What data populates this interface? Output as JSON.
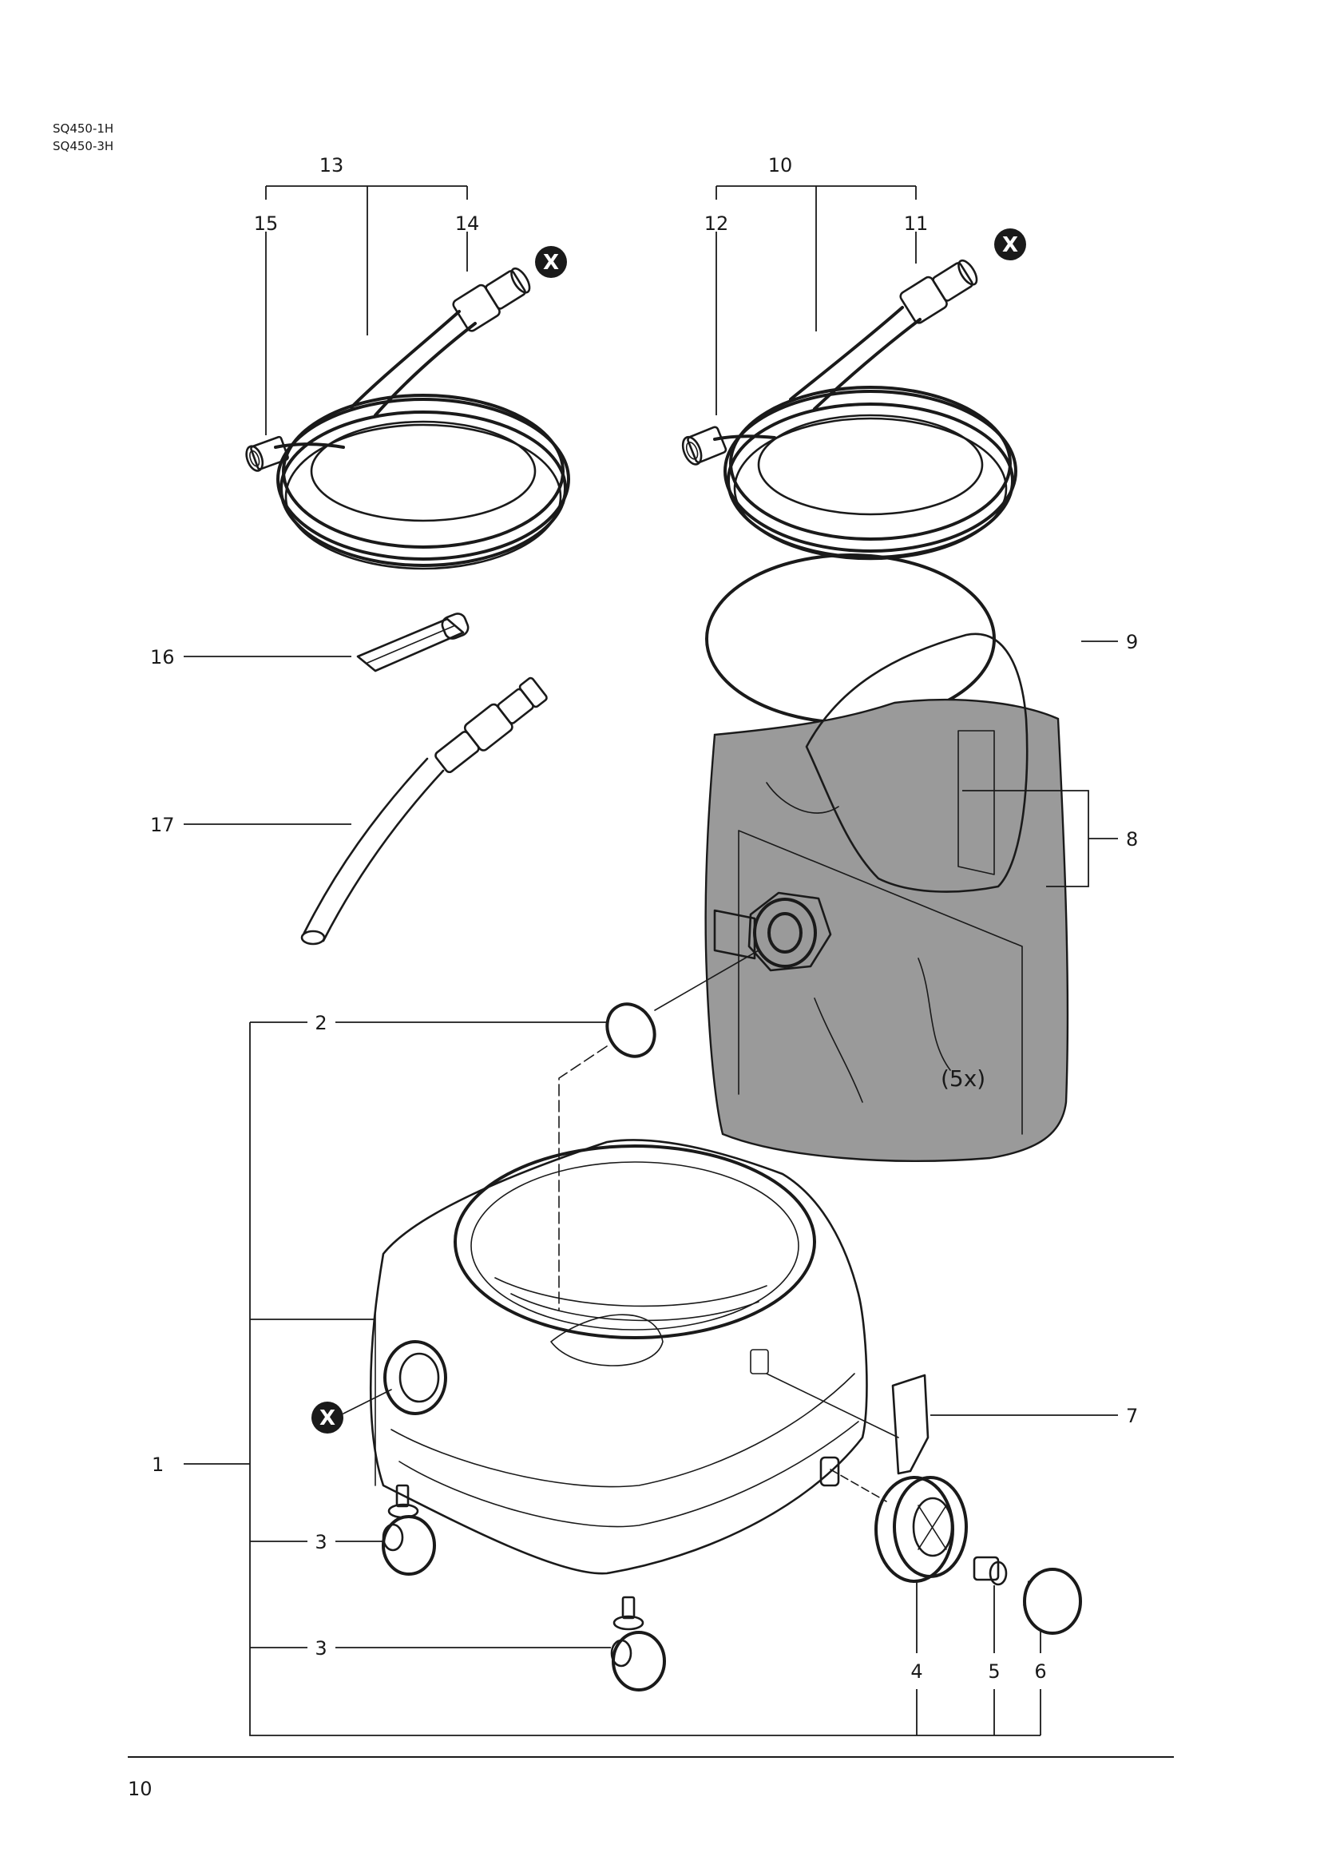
{
  "header": {
    "models": [
      "SQ450-1H",
      "SQ450-3H"
    ]
  },
  "footer": {
    "page_number": "10"
  },
  "diagram": {
    "part_labels": {
      "p1": "1",
      "p2": "2",
      "p3a": "3",
      "p3b": "3",
      "p4": "4",
      "p5": "5",
      "p6": "6",
      "p7": "7",
      "p8": "8",
      "p9": "9",
      "p10": "10",
      "p11": "11",
      "p12": "12",
      "p13": "13",
      "p14": "14",
      "p15": "15",
      "p16": "16",
      "p17": "17"
    },
    "quantity_note": "(5x)",
    "marker_label": "X"
  }
}
